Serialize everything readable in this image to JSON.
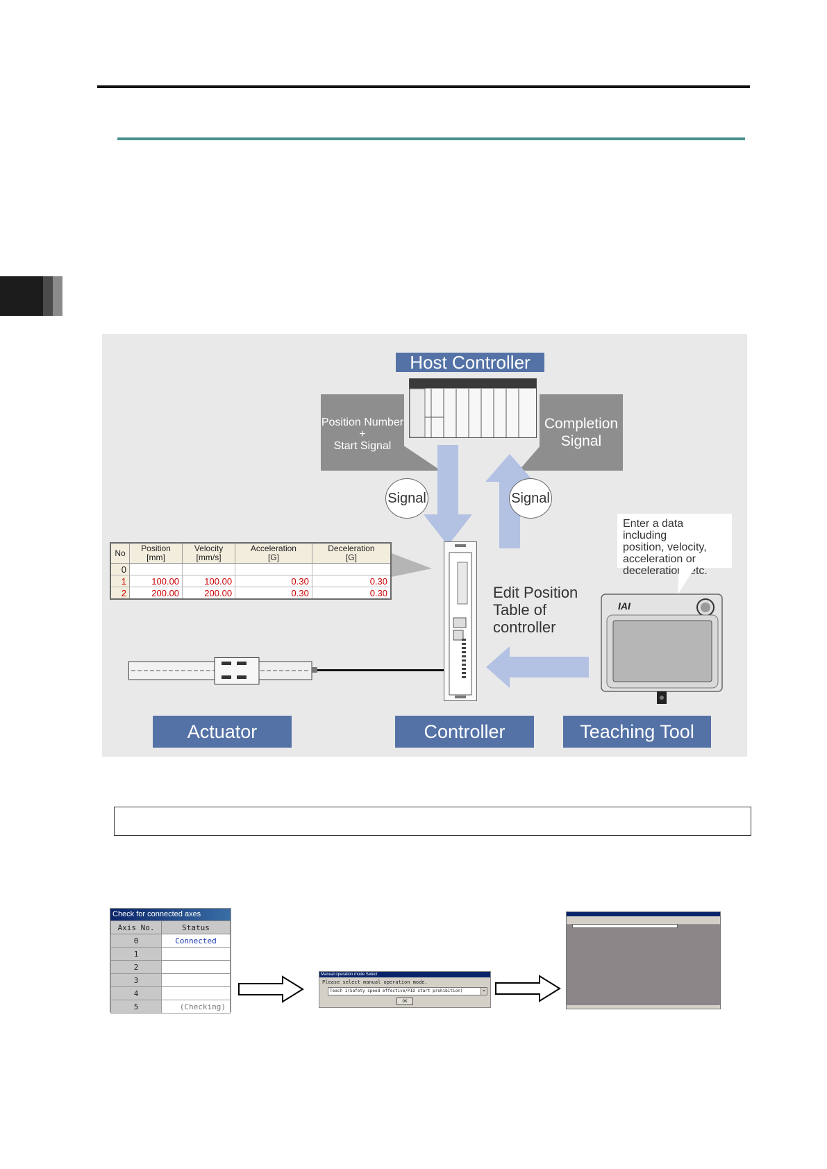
{
  "diagram": {
    "host_controller": "Host Controller",
    "left_callout": [
      "Position Number",
      "+",
      "Start Signal"
    ],
    "right_callout": [
      "Completion",
      "Signal"
    ],
    "signal_left": "Signal",
    "signal_right": "Signal",
    "note": [
      "Enter a data including",
      "position, velocity,",
      "acceleration or",
      "deceleration, etc."
    ],
    "edit_text": [
      "Edit Position",
      "Table of",
      "controller"
    ],
    "actuator": "Actuator",
    "controller": "Controller",
    "teaching_tool": "Teaching Tool",
    "tool_brand": "IAI",
    "position_table": {
      "headers": [
        [
          "No"
        ],
        [
          "Position",
          "[mm]"
        ],
        [
          "Velocity",
          "[mm/s]"
        ],
        [
          "Acceleration",
          "[G]"
        ],
        [
          "Deceleration",
          "[G]"
        ]
      ],
      "rows": [
        {
          "no": "0",
          "position": "",
          "velocity": "",
          "accel": "",
          "decel": ""
        },
        {
          "no": "1",
          "position": "100.00",
          "velocity": "100.00",
          "accel": "0.30",
          "decel": "0.30"
        },
        {
          "no": "2",
          "position": "200.00",
          "velocity": "200.00",
          "accel": "0.30",
          "decel": "0.30"
        }
      ]
    }
  },
  "axes_window": {
    "title": "Check for connected axes",
    "headers": [
      "Axis No.",
      "Status"
    ],
    "rows": [
      {
        "axis": "0",
        "status": "Connected"
      },
      {
        "axis": "1",
        "status": ""
      },
      {
        "axis": "2",
        "status": ""
      },
      {
        "axis": "3",
        "status": ""
      },
      {
        "axis": "4",
        "status": ""
      },
      {
        "axis": "5",
        "status": "(Checking)"
      }
    ]
  },
  "manual_window": {
    "title": "Manual operation mode Select",
    "message": "Please select manual operation mode.",
    "selected": "Teach 1(Safety speed effective/PIO start prohibition)",
    "ok": "OK"
  },
  "colors": {
    "label_blue": "#5472a6",
    "diagram_bg": "#e9e9ea",
    "teal_rule": "#4a9190",
    "arrow_blue": "#b3c1e3"
  }
}
